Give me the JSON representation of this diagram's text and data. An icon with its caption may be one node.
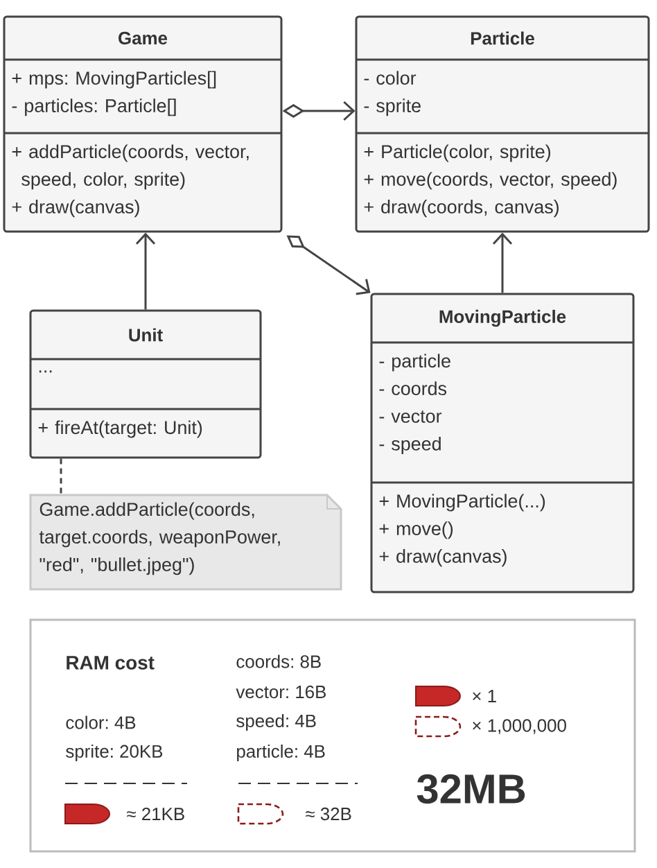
{
  "diagram": {
    "nodes": [
      {
        "text": [
          "Game",
          "+ mps: MovingParticles[]",
          "- particles: Particle[]",
          "+ addParticle(coords, vector, speed, color, sprite)",
          "+ draw(canvas)"
        ]
      },
      {
        "text": [
          "Particle",
          "- color",
          "- sprite",
          "+ Particle(color, sprite)",
          "+ move(coords, vector, speed)",
          "+ draw(coords, canvas)"
        ]
      },
      {
        "text": [
          "Unit",
          "...",
          "+ fireAt(target: Unit)"
        ]
      },
      {
        "text": [
          "MovingParticle",
          "- particle",
          "- coords",
          "- vector",
          "- speed",
          "+ MovingParticle(...)",
          "+ move()",
          "+ draw(canvas)"
        ]
      },
      {
        "text": [
          "Game.addParticle(coords, target.coords, weaponPower, \"red\", \"bullet.jpeg\")"
        ]
      },
      {
        "text": [
          "RAM cost"
        ]
      }
    ],
    "edges": [
      {
        "from": 0,
        "to": 1,
        "arrow": "to"
      },
      {
        "from": 0,
        "to": 3,
        "arrow": "to"
      },
      {
        "from": 2,
        "to": 0,
        "arrow": "to"
      },
      {
        "from": 3,
        "to": 1,
        "arrow": "to"
      },
      {
        "from": 2,
        "to": 4,
        "arrow": "none",
        "style": "dashed"
      }
    ],
    "labels": [
      "color: 4B",
      "sprite: 20KB",
      "≈ 21KB",
      "coords: 8B",
      "vector: 16B",
      "speed: 4B",
      "particle: 4B",
      "≈ 32B",
      "× 1",
      "× 1,000,000",
      "32MB"
    ]
  }
}
